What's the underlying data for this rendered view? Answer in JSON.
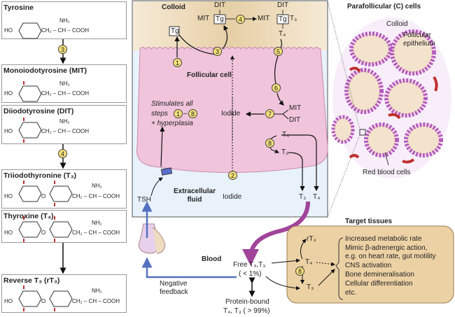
{
  "colors": {
    "colloid": "#e8d3ad",
    "cell": "#f2c6dc",
    "extracellular": "#e6f0fa",
    "step_circle": "#f4e07a",
    "hormone_path": "#a0449a",
    "feedback": "#5570c0",
    "target_box": "#ecd1a4"
  },
  "pathway": {
    "compounds": [
      {
        "name": "Tyrosine"
      },
      {
        "name": "Monoiodotyrosine (MIT)"
      },
      {
        "name": "Diiodotyrosine (DIT)"
      },
      {
        "name": "Triiodothyronine (T₃)"
      },
      {
        "name": "Thyroxine (T₄)"
      },
      {
        "name": "Reverse T₃ (rT₃)"
      }
    ],
    "formula": {
      "ho": "HO",
      "nh2": "NH₂",
      "chain": "CH₂ – CH – COOH",
      "o": "O"
    },
    "steps": [
      "3",
      "4"
    ]
  },
  "follicle": {
    "colloid": "Colloid",
    "tg": "Tg",
    "mit": "MIT",
    "dit": "DIT",
    "t3": "T₃",
    "t4": "T₄",
    "follicular_cell": "Follicular cell",
    "stimulates": [
      "Stimulates all",
      "steps",
      "+ hyperplasia"
    ],
    "iodide": "Iodide",
    "extracellular": "Extracellular fluid",
    "tsh": "TSH",
    "steps": [
      "1",
      "2",
      "3",
      "4",
      "5",
      "6",
      "7",
      "8"
    ],
    "dash": "–"
  },
  "histology": {
    "title": "Parafollicular (C) cells",
    "colloid": "Colloid",
    "epithelium": "Follicular epithelium",
    "rbc": "Red blood cells"
  },
  "blood": {
    "label": "Blood",
    "free": "Free T₄,T₃",
    "free_pct": "( < 1%)",
    "bound": "Protein-bound",
    "bound_pct": "T₄, T₃ ( > 99%)",
    "feedback": "Negative feedback"
  },
  "target": {
    "title": "Target tissues",
    "rt3": "rT₃",
    "t4": "T₄",
    "t3": "T₃",
    "step": "8",
    "effects": [
      "Increased metabolic rate",
      "Mimic β-adrenergic action,",
      "e.g. on heart rate, gut motility",
      "CNS activation",
      "Bone demineralisation",
      "Cellular differentiation",
      "etc."
    ]
  }
}
